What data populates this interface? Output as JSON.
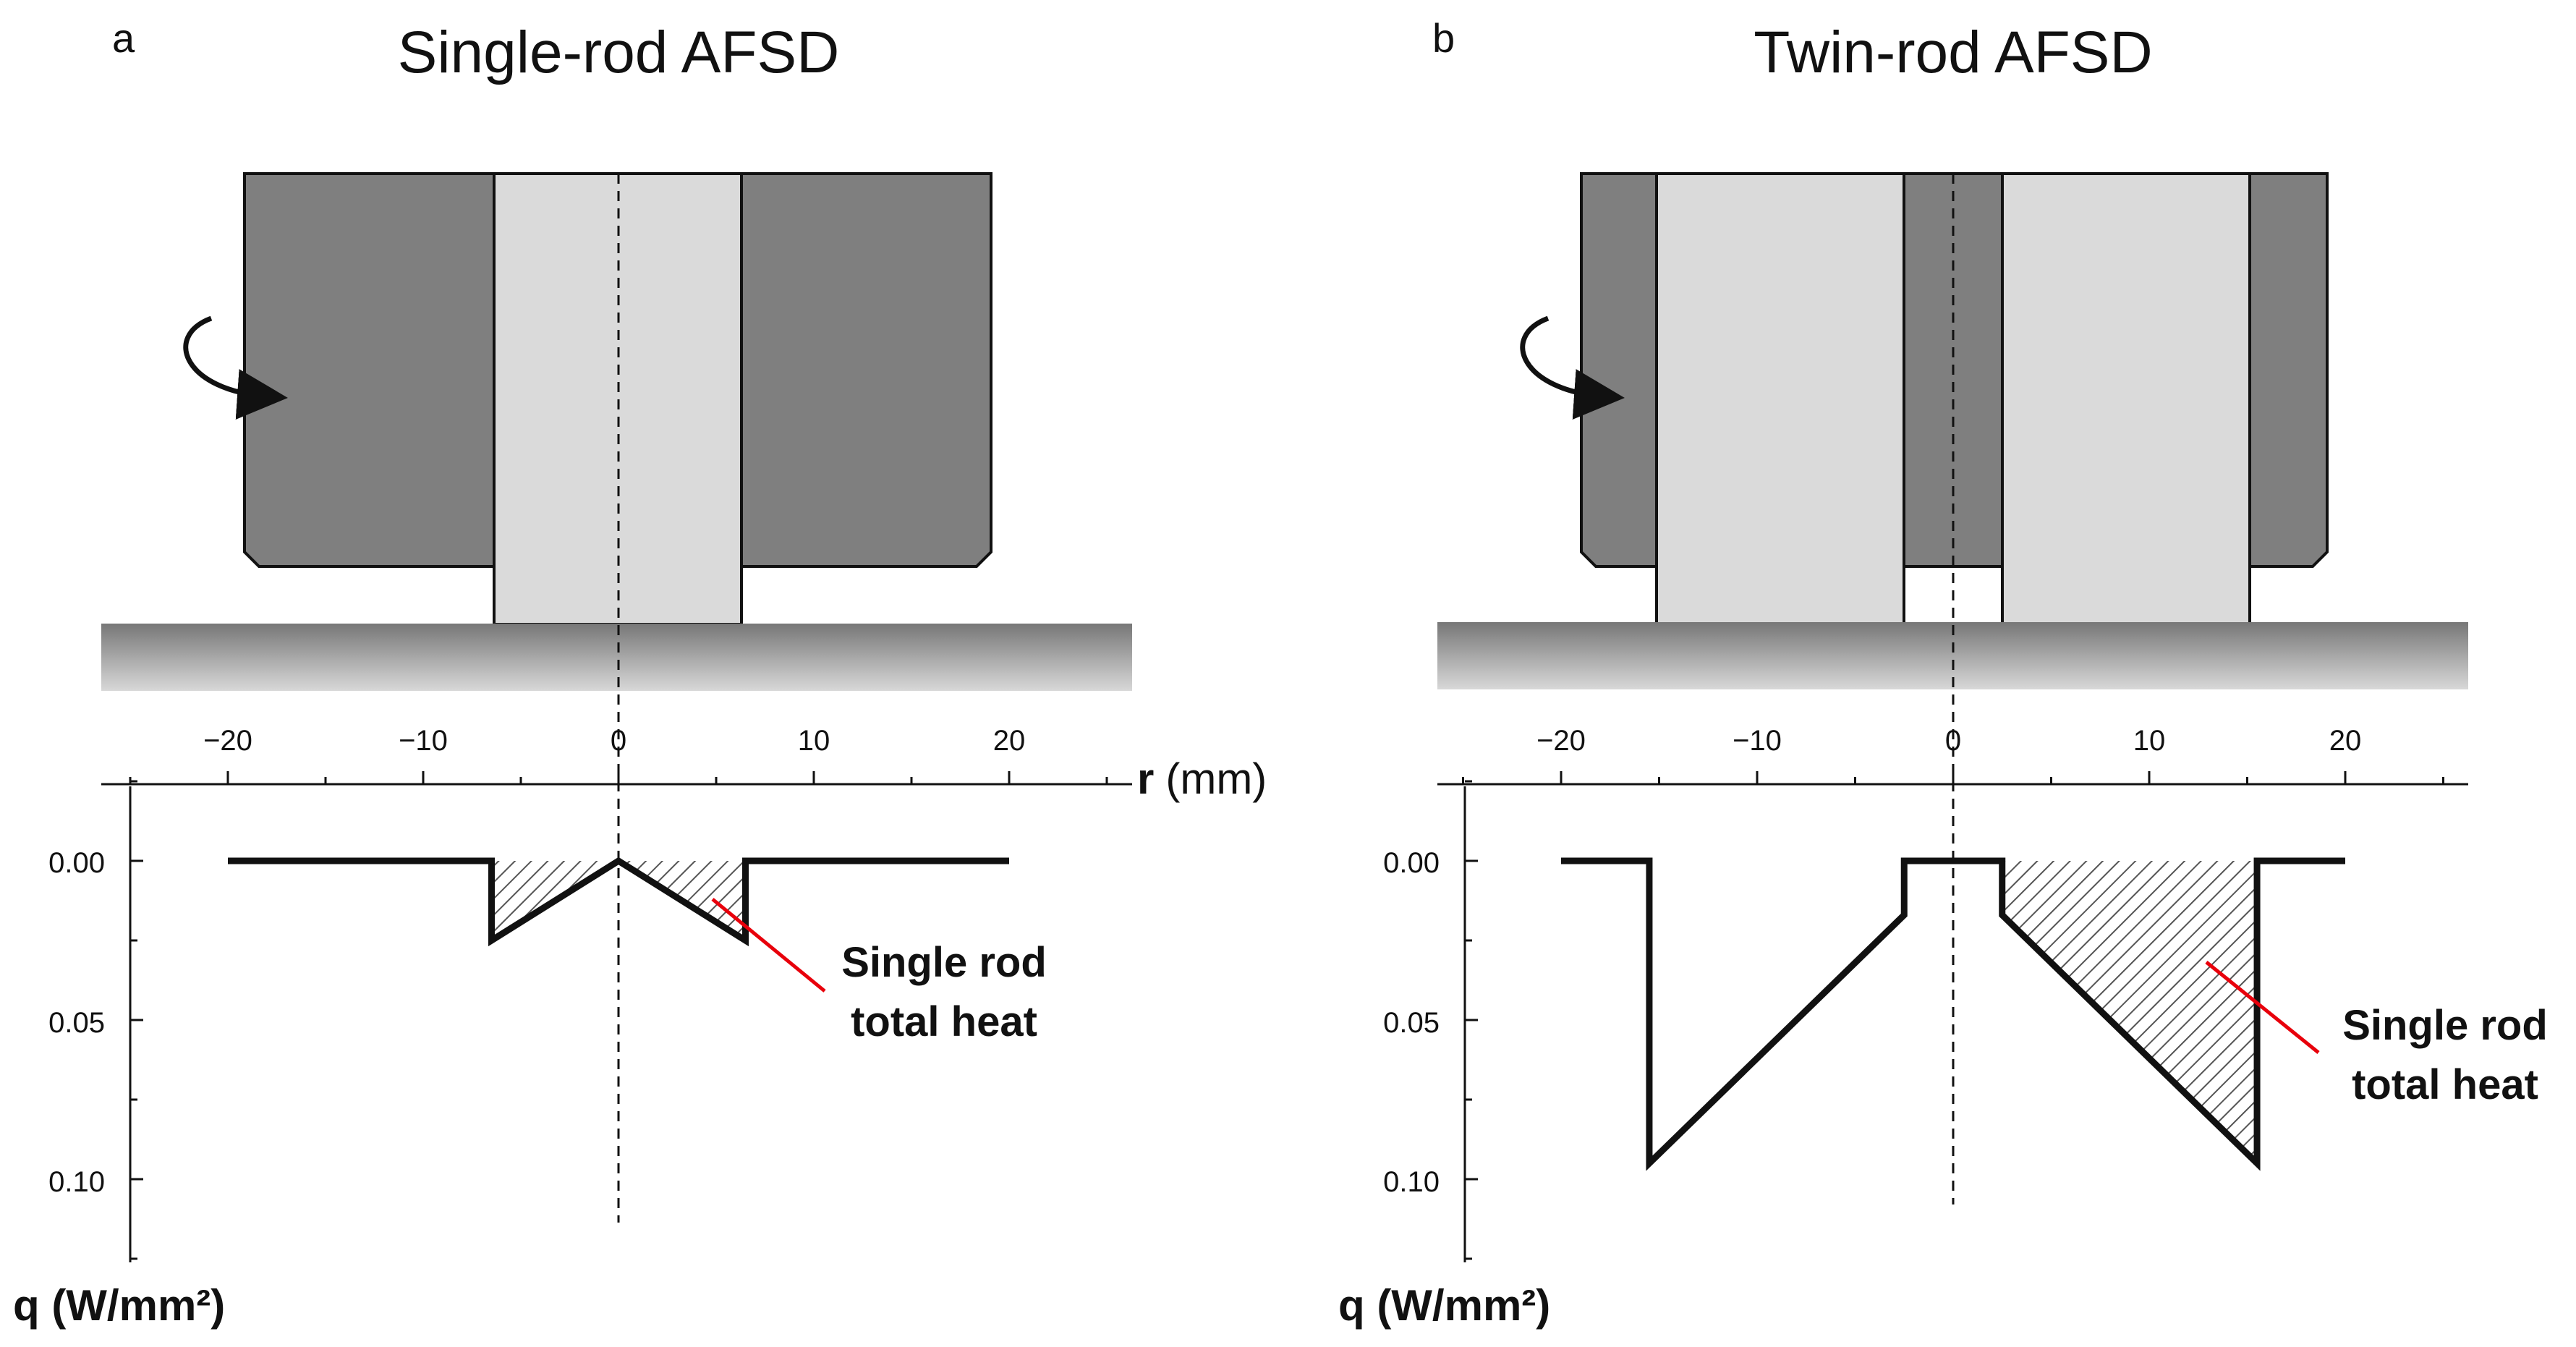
{
  "colors": {
    "tool": "#7f7f7f",
    "rod": "#dadada",
    "outline": "#111111",
    "annotation_line": "#e8000b"
  },
  "panels": [
    {
      "letter": "a",
      "title": "Single-rod AFSD",
      "x_label_var": "r",
      "x_label_unit": "(mm)",
      "y_label": "q (W/mm²)",
      "annotation": [
        "Single rod",
        "total heat"
      ],
      "icon": "rotation-arrow-icon",
      "x_ticks": [
        "−20",
        "−10",
        "0",
        "10",
        "20"
      ],
      "y_ticks": [
        "0.00",
        "0.05",
        "0.10"
      ],
      "heat_flux": {
        "r": [
          -20,
          -6.5,
          -6.5,
          0,
          6.5,
          6.5,
          20
        ],
        "q": [
          0,
          0,
          0.025,
          0,
          0.025,
          0,
          0
        ]
      }
    },
    {
      "letter": "b",
      "title": "Twin-rod AFSD",
      "x_label_var": "",
      "x_label_unit": "",
      "y_label": "q (W/mm²)",
      "annotation": [
        "Single rod",
        "total heat"
      ],
      "icon": "rotation-arrow-icon",
      "x_ticks": [
        "−20",
        "−10",
        "0",
        "10",
        "20"
      ],
      "y_ticks": [
        "0.00",
        "0.05",
        "0.10"
      ],
      "heat_flux": {
        "r": [
          -20,
          -15.5,
          -15.5,
          -2.5,
          -2.5,
          2.5,
          2.5,
          15.5,
          15.5,
          20
        ],
        "q": [
          0,
          0,
          0.095,
          0.017,
          0,
          0,
          0.017,
          0.095,
          0,
          0
        ]
      }
    }
  ]
}
